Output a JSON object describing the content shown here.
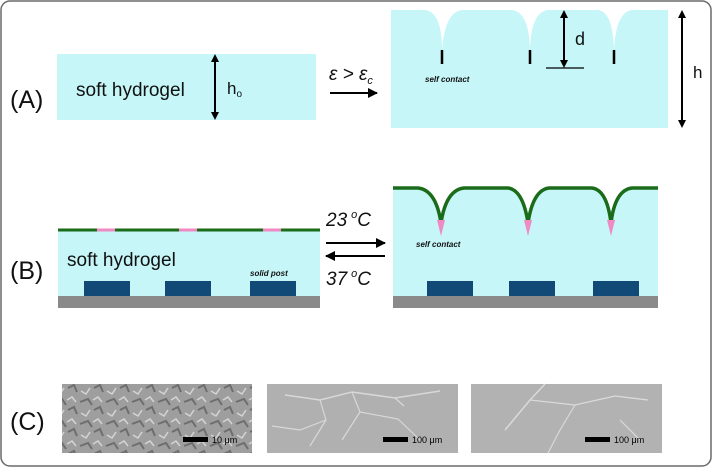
{
  "panels": {
    "a": {
      "letter": "(A)",
      "gel_label": "soft hydrogel",
      "h0_main": "h",
      "h0_sub": "o",
      "condition_lhs": "ε > ε",
      "condition_sub": "c",
      "self_contact": "self contact",
      "d_label": "d",
      "h_label": "h"
    },
    "b": {
      "letter": "(B)",
      "gel_label": "soft hydrogel",
      "post_label": "solid post",
      "temp_low_value": "23",
      "temp_low_sup": "o",
      "temp_low_unit": "C",
      "temp_high_value": "37",
      "temp_high_sup": "o",
      "temp_high_unit": "C",
      "self_contact": "self contact"
    },
    "c": {
      "letter": "(C)",
      "scalebars": [
        "10 μm",
        "100 μm",
        "100 μm"
      ]
    }
  },
  "colors": {
    "gel": "#c6f6f8",
    "film": "#1a6b1a",
    "contact": "#f08ac4",
    "post": "#114a76",
    "substrate": "#8a8a8a",
    "micrograph": "#a8a8a8",
    "frame": "#6a6a6a"
  }
}
